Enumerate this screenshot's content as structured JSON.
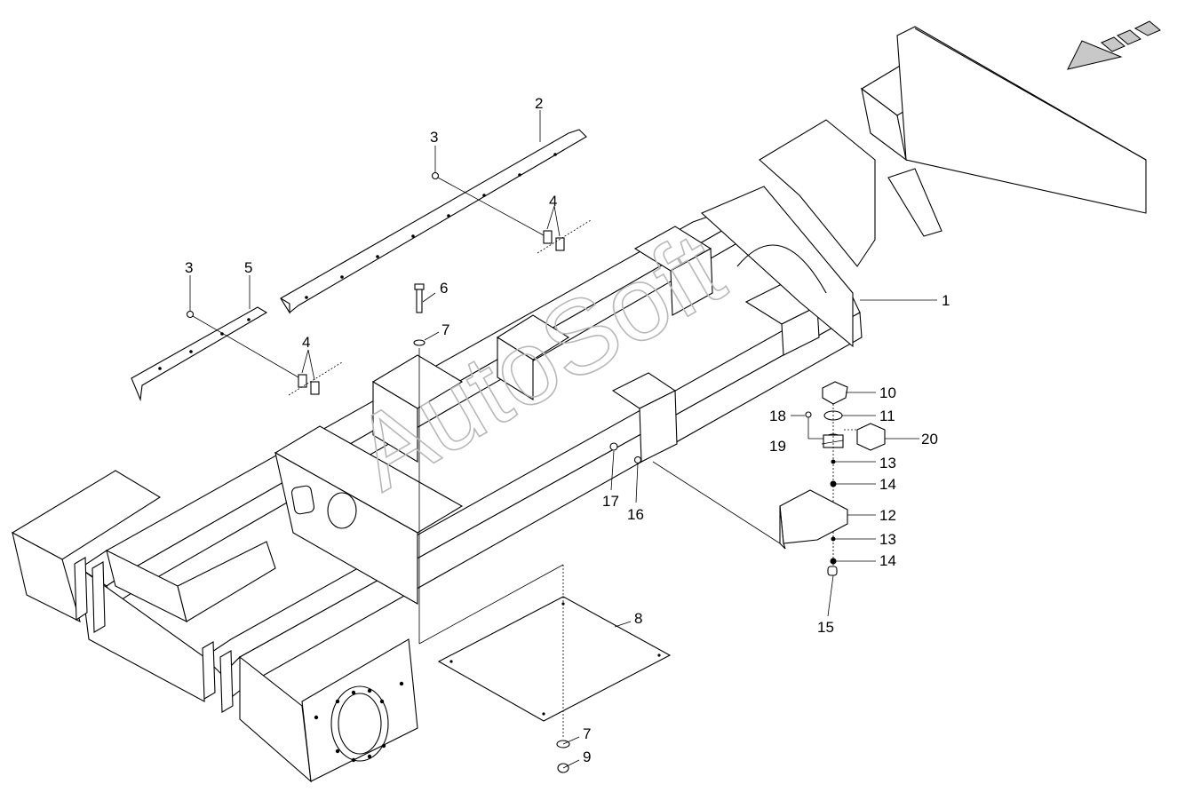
{
  "watermark": "AutoSoft",
  "callouts": {
    "c1": "1",
    "c2": "2",
    "c3a": "3",
    "c3b": "3",
    "c4a": "4",
    "c4b": "4",
    "c5": "5",
    "c6": "6",
    "c7a": "7",
    "c7b": "7",
    "c8": "8",
    "c9": "9",
    "c10": "10",
    "c11": "11",
    "c12": "12",
    "c13a": "13",
    "c13b": "13",
    "c14a": "14",
    "c14b": "14",
    "c15": "15",
    "c16": "16",
    "c17": "17",
    "c18": "18",
    "c19": "19",
    "c20": "20"
  },
  "direction_arrow": {
    "icon": "direction-arrow-icon",
    "color": "#c8c8c8"
  }
}
